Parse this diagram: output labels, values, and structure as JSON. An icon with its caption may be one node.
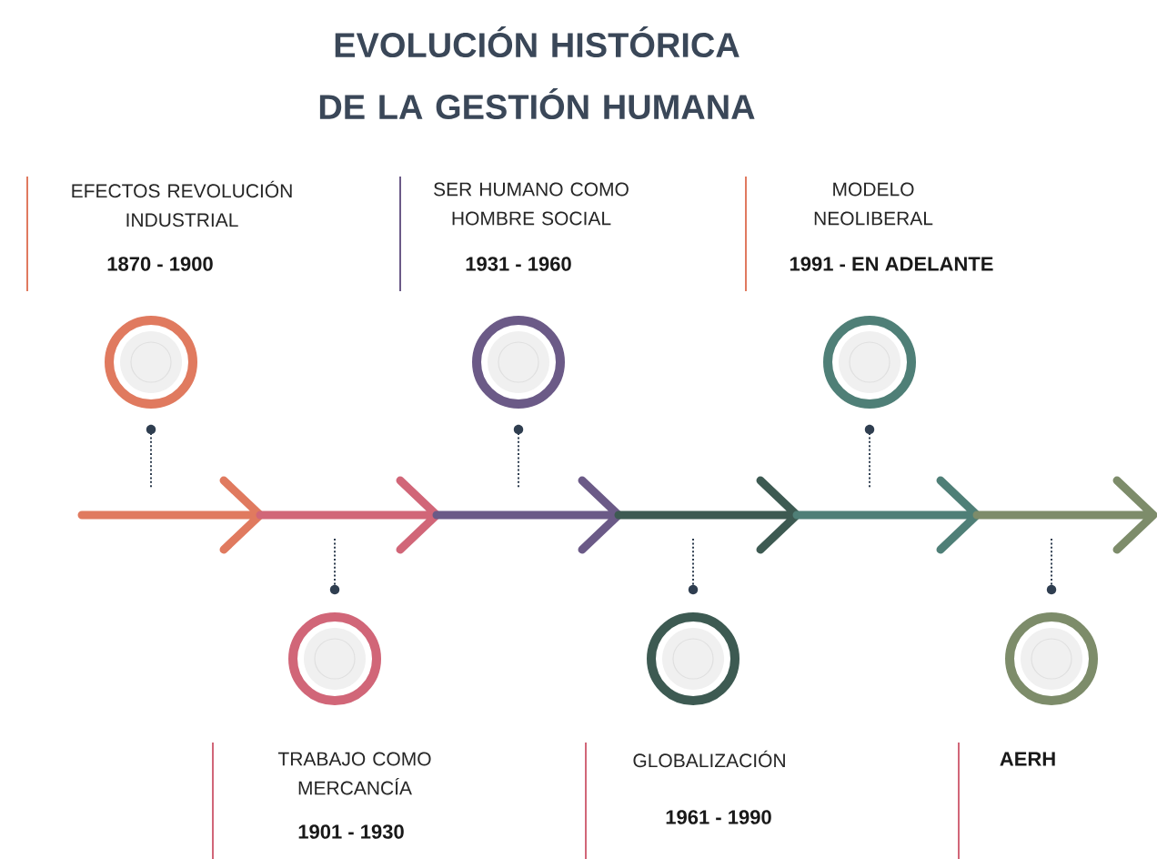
{
  "diagram": {
    "title": "EVOLUCIÓN HISTÓRICA DE LA GESTIÓN HUMANA",
    "nodes": [
      {
        "text": [],
        "shape": "circle",
        "beside": [
          "EFECTOS REVOLUCIÓN INDUSTRIAL",
          "1870 - 1900"
        ]
      },
      {
        "text": [],
        "shape": "circle",
        "beside": [
          "TRABAJO COMO MERCANCÍA",
          "1901 - 1930"
        ]
      },
      {
        "text": [],
        "shape": "circle",
        "beside": [
          "SER HUMANO COMO HOMBRE SOCIAL",
          "1931 - 1960"
        ]
      },
      {
        "text": [],
        "shape": "circle",
        "beside": [
          "GLOBALIZACIÓN",
          "1961 - 1990"
        ]
      },
      {
        "text": [],
        "shape": "circle",
        "beside": [
          "MODELO NEOLIBERAL",
          "1991 - EN ADELANTE"
        ]
      },
      {
        "text": [],
        "shape": "circle",
        "beside": [
          "AERH"
        ]
      }
    ]
  }
}
